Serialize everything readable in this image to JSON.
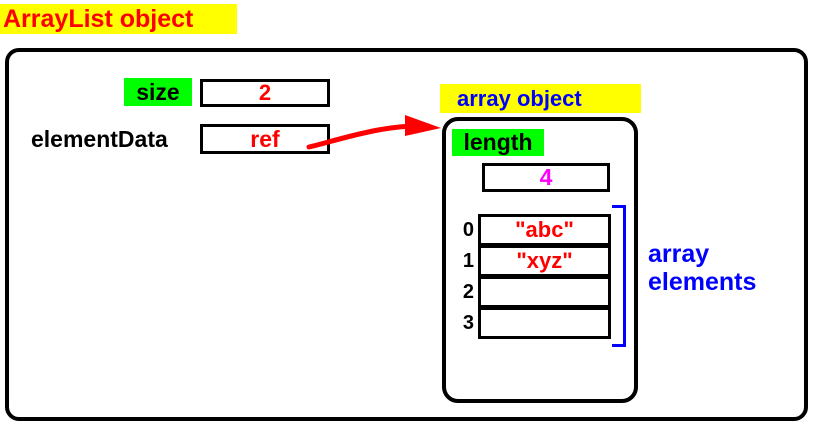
{
  "diagram": {
    "title_banner": "ArrayList object",
    "array_banner": "array object",
    "colors": {
      "highlight_yellow": "#ffff00",
      "highlight_green": "#00ff00",
      "title_red": "#ff0000",
      "banner_blue": "#0000ff",
      "value_red": "#ff0000",
      "length_magenta": "#ff00ff",
      "outline_black": "#000000"
    }
  },
  "arraylist": {
    "fields": [
      {
        "name": "size",
        "value": "2",
        "highlighted": true
      },
      {
        "name": "elementData",
        "value": "ref",
        "highlighted": false
      }
    ]
  },
  "array_object": {
    "length_label": "length",
    "length_value": "4",
    "cells": [
      {
        "index": "0",
        "value": "\"abc\""
      },
      {
        "index": "1",
        "value": "\"xyz\""
      },
      {
        "index": "2",
        "value": ""
      },
      {
        "index": "3",
        "value": ""
      }
    ],
    "bracket_label": "array\nelements"
  }
}
